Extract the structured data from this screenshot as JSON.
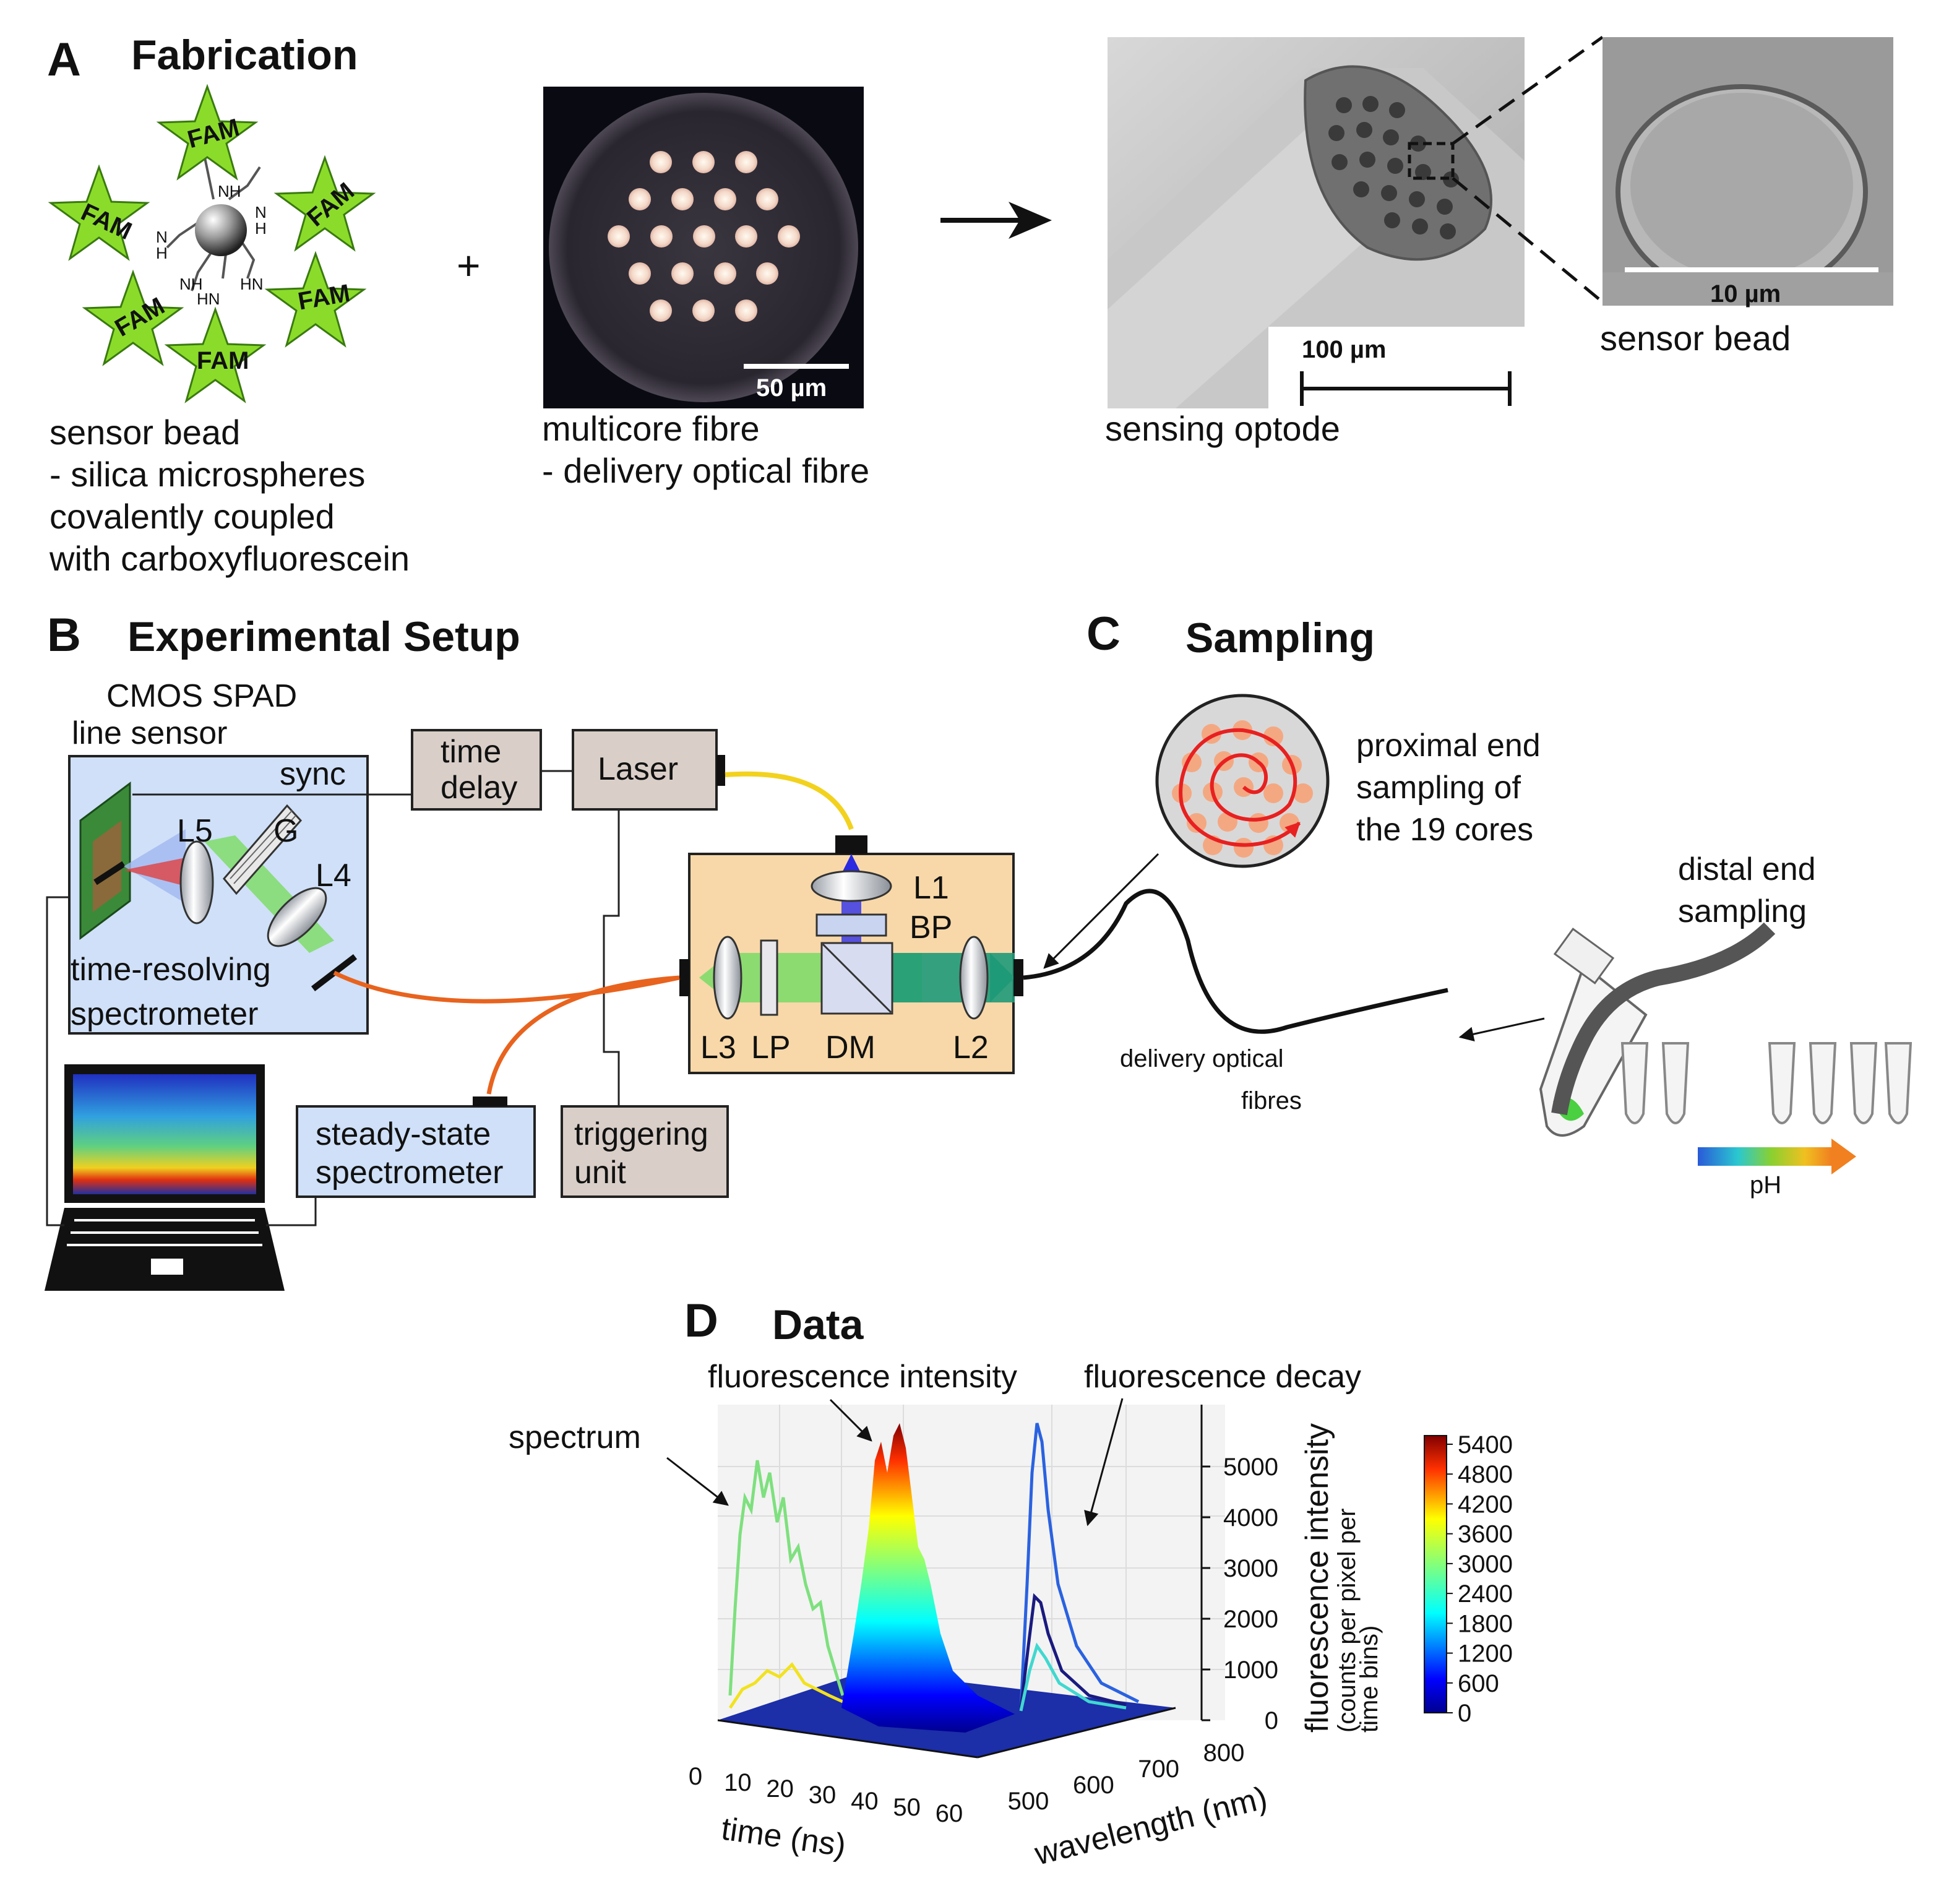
{
  "panel_a": {
    "letter": "A",
    "title": "Fabrication",
    "fam_label": "FAM",
    "amine_nh": "NH",
    "amine_hn": "HN",
    "amine_h": "H",
    "amine_n": "N",
    "plus": "+",
    "bead_caption": [
      "sensor bead",
      "- silica microspheres",
      "covalently coupled",
      "with carboxyfluorescein"
    ],
    "fibre_caption": [
      "multicore fibre",
      "- delivery optical fibre"
    ],
    "fibre_scale": "50 µm",
    "optode_caption": "sensing optode",
    "optode_scale": "100 µm",
    "bead_sem_scale": "10 µm",
    "bead_sem_caption": "sensor bead"
  },
  "panel_b": {
    "letter": "B",
    "title": "Experimental Setup",
    "cmos_label": [
      "CMOS SPAD",
      "line sensor"
    ],
    "sync": "sync",
    "time_delay": [
      "time",
      "delay"
    ],
    "laser": "Laser",
    "l5": "L5",
    "g": "G",
    "l4": "L4",
    "trs_label": [
      "time-resolving",
      "spectrometer"
    ],
    "l1": "L1",
    "bp": "BP",
    "l3": "L3",
    "lp": "LP",
    "dm": "DM",
    "l2": "L2",
    "sss": [
      "steady-state",
      "spectrometer"
    ],
    "trig": [
      "triggering",
      "unit"
    ]
  },
  "panel_c": {
    "letter": "C",
    "title": "Sampling",
    "proximal": [
      "proximal end",
      "sampling of",
      "the 19 cores"
    ],
    "distal": [
      "distal end",
      "sampling"
    ],
    "delivery": [
      "delivery optical",
      "fibres"
    ],
    "ph": "pH"
  },
  "panel_d": {
    "letter": "D",
    "title": "Data",
    "ann_spectrum": "spectrum",
    "ann_intensity": "fluorescence intensity",
    "ann_decay": "fluorescence decay",
    "zlabel": [
      "fluorescence intensity",
      "(counts per pixel per",
      "time bins)"
    ]
  },
  "colors": {
    "fam_green": "#8bdc2a",
    "box_blue": "#cfe0f8",
    "box_peach": "#f8d8a8",
    "box_grey": "#d9cfc8",
    "fibre_orange": "#e8631e",
    "fibre_yellow": "#f2d21e",
    "beam_green": "#7fdc6a",
    "beam_dark": "#1f9a78"
  },
  "chart_data": {
    "type": "surface",
    "x": {
      "label": "time (ns)",
      "ticks": [
        0,
        10,
        20,
        30,
        40,
        50,
        60
      ]
    },
    "y": {
      "label": "wavelength (nm)",
      "ticks": [
        500,
        600,
        700,
        800
      ]
    },
    "z": {
      "ticks": [
        0,
        1000,
        2000,
        3000,
        4000,
        5000
      ]
    },
    "colorbar": {
      "ticks": [
        0,
        600,
        1200,
        1800,
        2400,
        3000,
        3600,
        4200,
        4800,
        5400
      ],
      "range": [
        0,
        5400
      ]
    }
  }
}
